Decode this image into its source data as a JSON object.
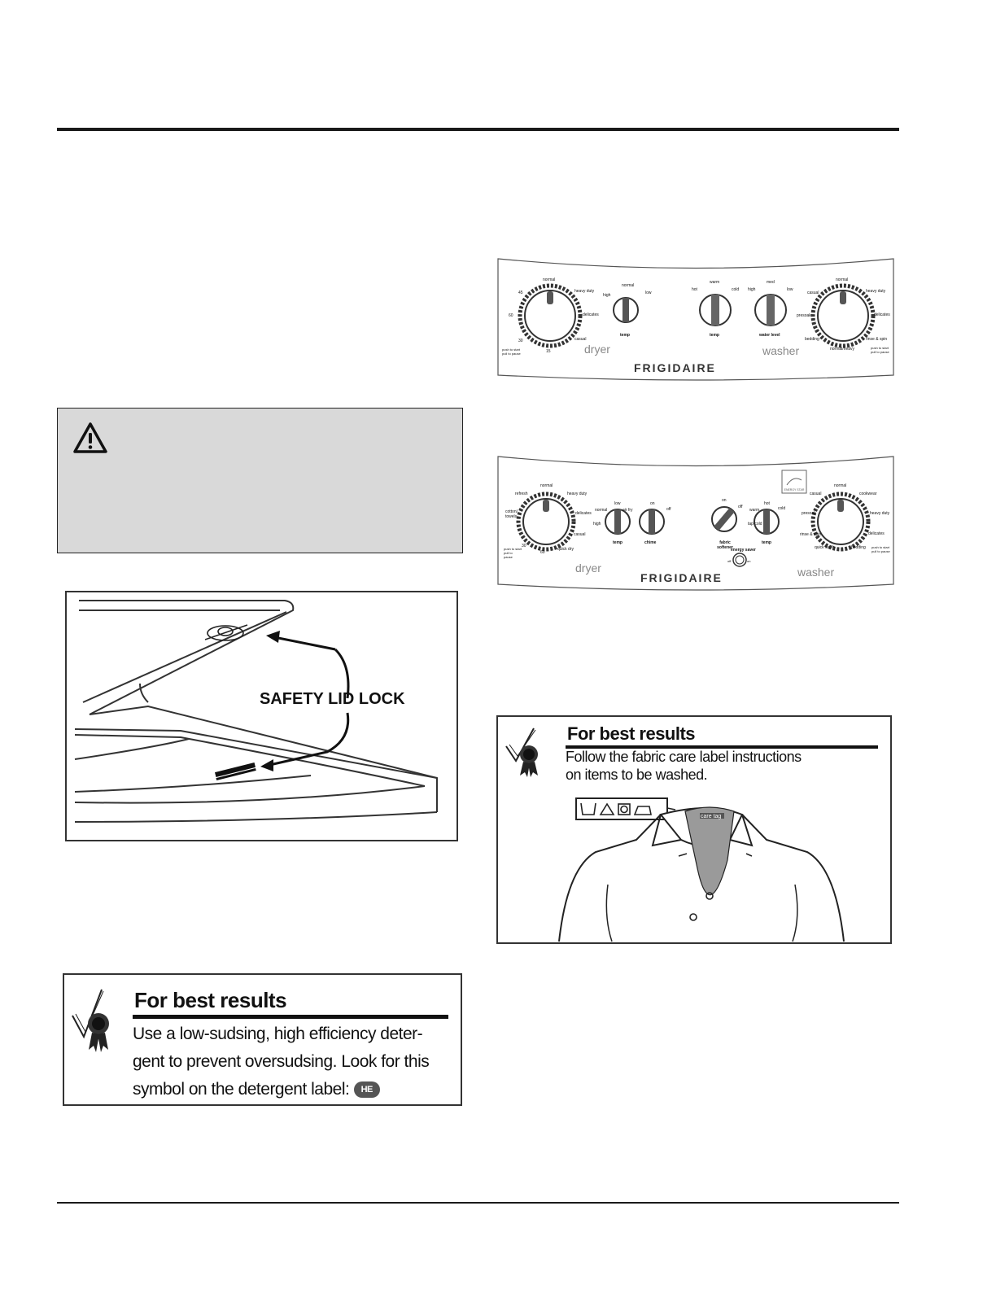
{
  "lid_lock": {
    "label": "SAFETY LID LOCK"
  },
  "dryer_panel_1": {
    "dryer_cycle_labels": [
      "normal",
      "heavy duty",
      "delicates",
      "casual",
      "15",
      "30",
      "60",
      "45"
    ],
    "dryer_small_text": "push to start pull to pause",
    "temp_labels": [
      "high",
      "normal",
      "low"
    ],
    "temp_title": "temp",
    "wash_temp_labels": [
      "hot",
      "warm",
      "cold"
    ],
    "wash_temp_title": "temp",
    "water_level_labels": [
      "high",
      "med",
      "low"
    ],
    "water_level_title": "water level",
    "washer_cycle_labels": [
      "normal",
      "heavy duty",
      "delicates",
      "rinse & spin",
      "normal/heavy",
      "bedding",
      "presoak",
      "casual"
    ],
    "washer_small_text": "push to start pull to pause",
    "dryer_word": "dryer",
    "washer_word": "washer",
    "brand": "FRIGIDAIRE"
  },
  "dryer_panel_2": {
    "dryer_cycle_labels": [
      "normal",
      "heavy duty",
      "delicates",
      "casual",
      "quick dry",
      "60",
      "30",
      "cotton/ towels",
      "refresh"
    ],
    "dryer_small_text": "push to start pull to pause",
    "temp_labels": [
      "normal",
      "low",
      "air fry",
      "high"
    ],
    "temp_title": "temp",
    "dryer_knob2_labels": [
      "on",
      "off"
    ],
    "dryer_knob2_title": "chime",
    "softener_labels": [
      "on",
      "off"
    ],
    "softener_title": "fabric softener",
    "wash_temp_labels": [
      "warm",
      "cold",
      "tap cold",
      "hot"
    ],
    "wash_temp_title": "temp",
    "energy_title": "energy saver",
    "energy_labels": [
      "on",
      "off"
    ],
    "washer_cycle_labels": [
      "normal",
      "cookwear",
      "heavy duty",
      "delicates",
      "bedding",
      "quick wash",
      "rinse & spin",
      "presoak",
      "casual"
    ],
    "washer_small_text": "push to start pull to pause",
    "dryer_word": "dryer",
    "washer_word": "washer",
    "brand": "FRIGIDAIRE",
    "badge_text": "ENERGY STAR"
  },
  "tip_detergent": {
    "title": "For best results",
    "lines": [
      "Use a low-sudsing, high efficiency deter-",
      "gent to prevent oversudsing. Look for this",
      "symbol on the detergent label:"
    ],
    "he_symbol": "HE"
  },
  "tip_fabric": {
    "title": "For best results",
    "lines": [
      "Follow the fabric care label instructions",
      "on items to be washed."
    ],
    "care_label": "care tag"
  }
}
